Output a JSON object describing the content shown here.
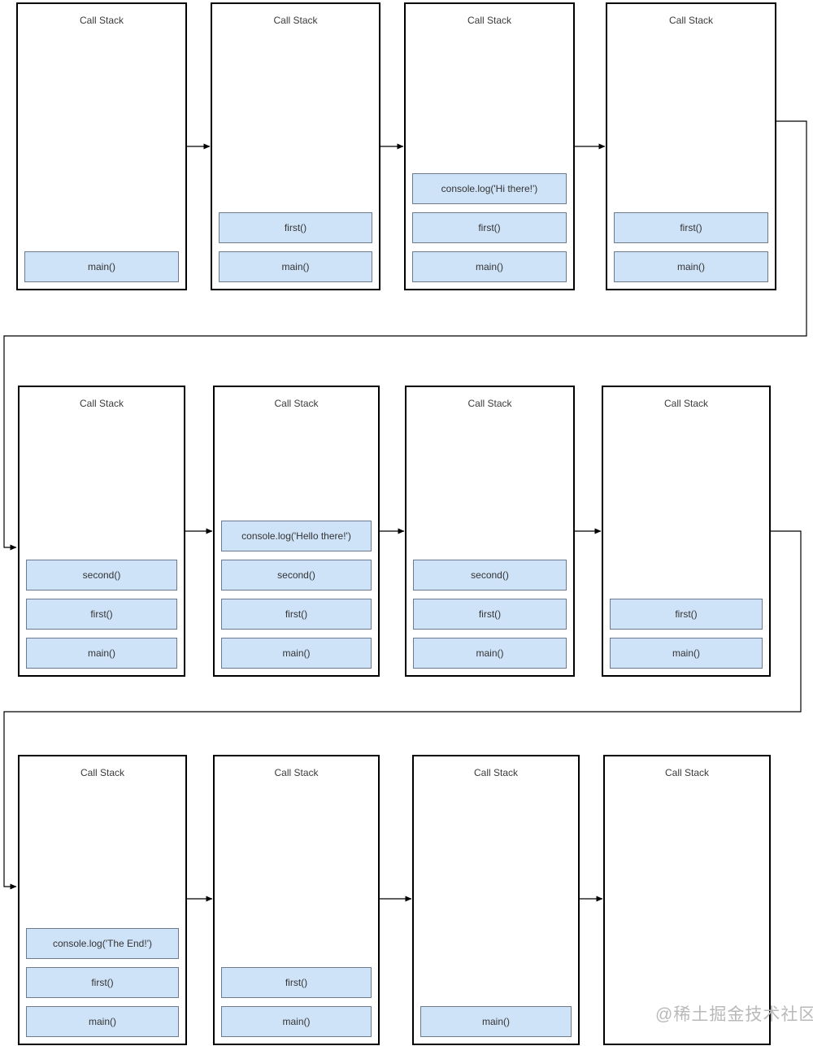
{
  "diagram": {
    "panel_title": "Call Stack",
    "watermark": "@稀土掘金技术社区",
    "colors": {
      "frame_fill": "#cfe3f8",
      "frame_border": "#6b7b8d",
      "panel_border": "#000000",
      "connector": "#000000",
      "title_text": "#3a3a3a",
      "frame_text": "#333333",
      "watermark_text": "#b9b9b9"
    },
    "steps": [
      {
        "title": "Call Stack",
        "frames": [
          "main()"
        ]
      },
      {
        "title": "Call Stack",
        "frames": [
          "main()",
          "first()"
        ]
      },
      {
        "title": "Call Stack",
        "frames": [
          "main()",
          "first()",
          "console.log('Hi there!')"
        ]
      },
      {
        "title": "Call Stack",
        "frames": [
          "main()",
          "first()"
        ]
      },
      {
        "title": "Call Stack",
        "frames": [
          "main()",
          "first()",
          "second()"
        ]
      },
      {
        "title": "Call Stack",
        "frames": [
          "main()",
          "first()",
          "second()",
          "console.log('Hello there!')"
        ]
      },
      {
        "title": "Call Stack",
        "frames": [
          "main()",
          "first()",
          "second()"
        ]
      },
      {
        "title": "Call Stack",
        "frames": [
          "main()",
          "first()"
        ]
      },
      {
        "title": "Call Stack",
        "frames": [
          "main()",
          "first()",
          "console.log('The End!')"
        ]
      },
      {
        "title": "Call Stack",
        "frames": [
          "main()",
          "first()"
        ]
      },
      {
        "title": "Call Stack",
        "frames": [
          "main()"
        ]
      },
      {
        "title": "Call Stack",
        "frames": []
      }
    ]
  }
}
